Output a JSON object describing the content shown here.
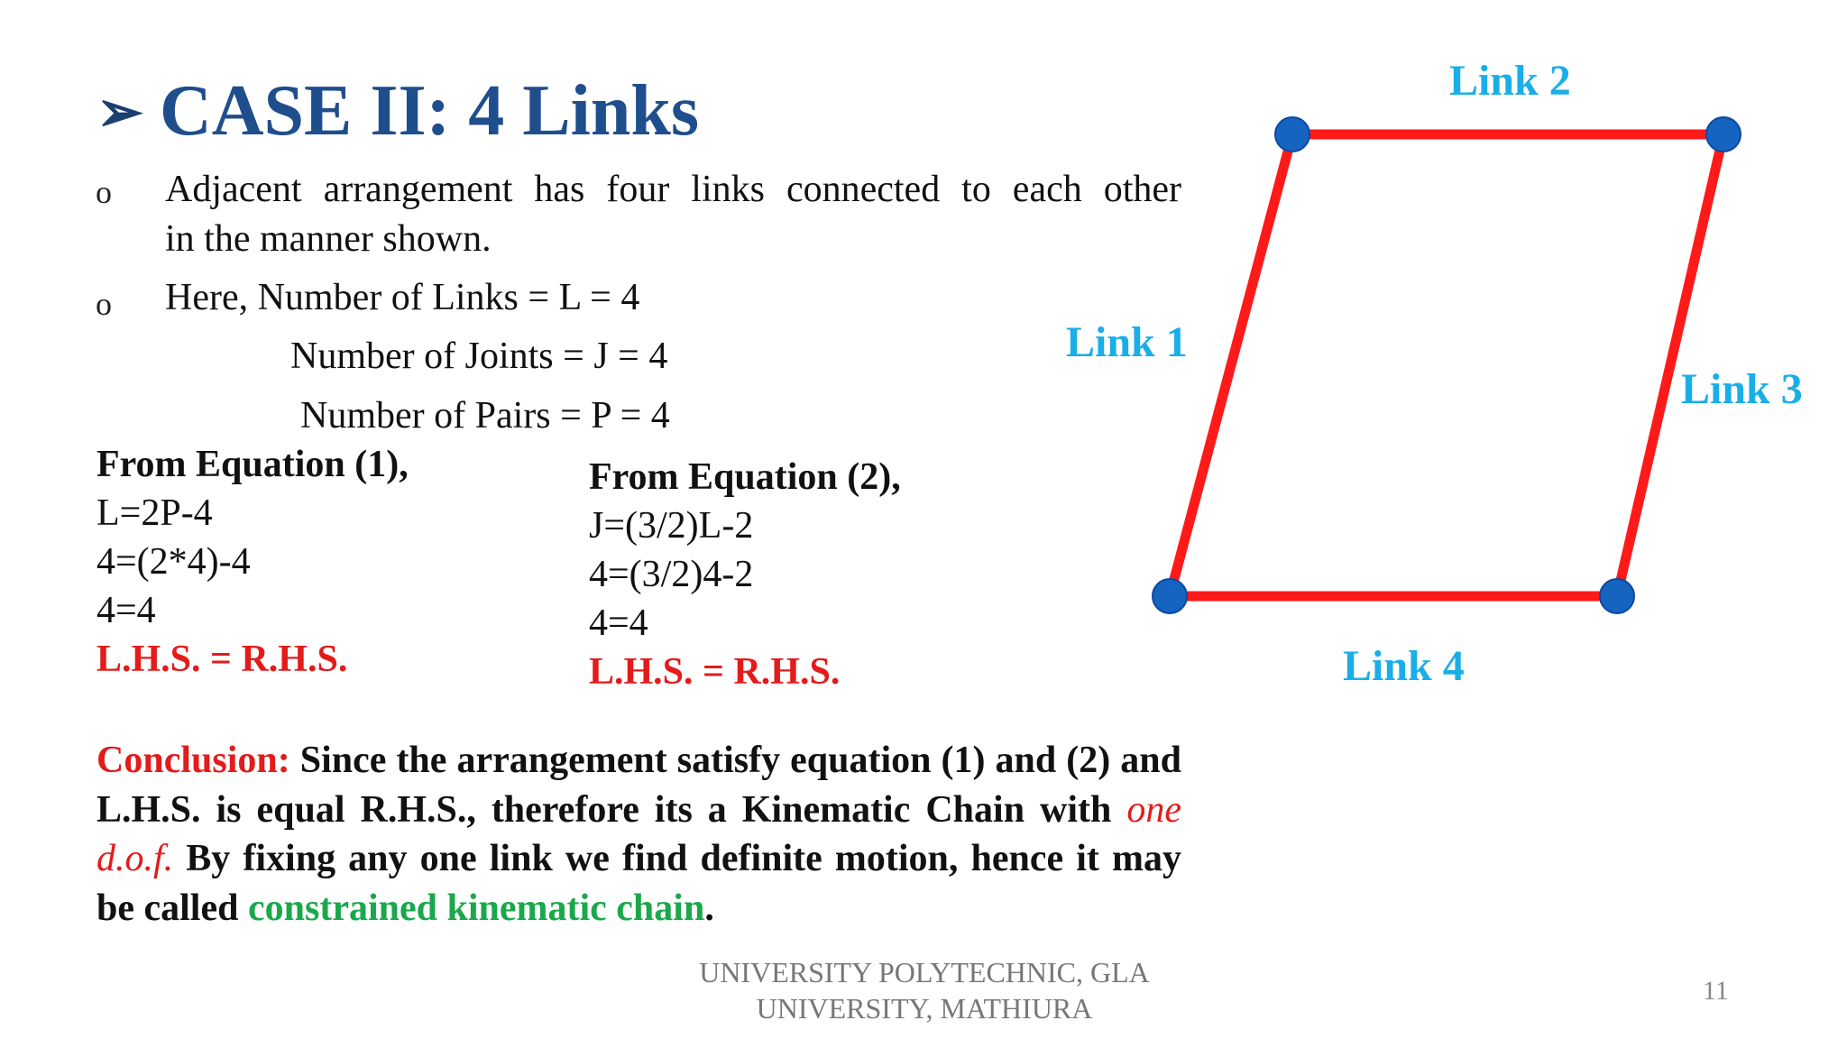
{
  "title": {
    "arrow": "➢",
    "text": "CASE II: 4 Links"
  },
  "bullets": [
    {
      "mark": "o",
      "text": "Adjacent arrangement has four links connected to each other in the manner shown."
    },
    {
      "mark": "o",
      "text": "Here, Number of Links = L = 4"
    }
  ],
  "joints_line": "Number of Joints = J = 4",
  "pairs_line": "Number of Pairs = P = 4",
  "equation1": {
    "heading": "From Equation (1),",
    "lines": [
      "L=2P-4",
      "4=(2*4)-4",
      "4=4"
    ],
    "result": "L.H.S. = R.H.S."
  },
  "equation2": {
    "heading": "From Equation (2),",
    "lines": [
      "J=(3/2)L-2",
      "4=(3/2)4-2",
      "4=4"
    ],
    "result": "L.H.S. = R.H.S."
  },
  "conclusion": {
    "label": "Conclusion:",
    "part1": " Since the arrangement satisfy equation (1) and (2) and L.H.S. is equal R.H.S., therefore its a Kinematic Chain with ",
    "dof": "one d.o.f.",
    "part2": " By fixing any one link we find definite motion, hence it may be called ",
    "green": "constrained kinematic chain",
    "end": "."
  },
  "diagram": {
    "link_labels": [
      "Link 1",
      "Link 2",
      "Link 3",
      "Link 4"
    ],
    "link_color": "#ff1a1a",
    "joint_color": "#1565c0",
    "label_color": "#1aaee8"
  },
  "footer": {
    "line1": "UNIVERSITY POLYTECHNIC, GLA",
    "line2": "UNIVERSITY, MATHIURA",
    "page_number": "11"
  }
}
